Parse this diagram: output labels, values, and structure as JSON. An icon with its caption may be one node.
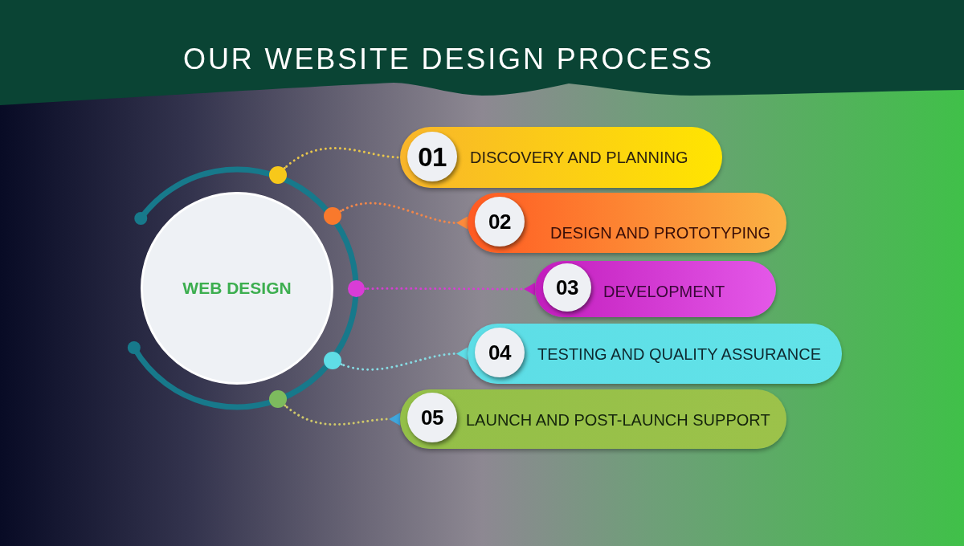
{
  "diagram": {
    "title": "OUR WEBSITE DESIGN PROCESS",
    "nodes": [
      {
        "text": [
          "WEB DESIGN"
        ]
      },
      {
        "text": [],
        "shape": "circle"
      },
      {
        "text": [],
        "shape": "circle"
      },
      {
        "text": [],
        "shape": "circle"
      },
      {
        "text": [],
        "shape": "circle"
      },
      {
        "text": [],
        "shape": "circle"
      },
      {
        "text": [
          "DISCOVERY AND PLANNING"
        ]
      },
      {
        "text": [
          "01"
        ],
        "in": 6
      },
      {
        "text": [
          "DESIGN AND PROTOTYPING"
        ]
      },
      {
        "text": [
          "02"
        ],
        "in": 8
      },
      {
        "text": [
          "DEVELOPMENT"
        ]
      },
      {
        "text": [
          "03"
        ],
        "in": 10
      },
      {
        "text": [
          "TESTING AND QUALITY ASSURANCE"
        ]
      },
      {
        "text": [
          "04"
        ],
        "in": 12
      },
      {
        "text": [
          "LAUNCH AND POST-LAUNCH SUPPORT"
        ]
      },
      {
        "text": [
          "05"
        ],
        "in": 14
      }
    ],
    "edges": [
      {
        "from": 1,
        "to": 6,
        "arrow": "none",
        "color": "#e8c64c"
      },
      {
        "from": 2,
        "to": 8,
        "arrow": "to",
        "color": "#f2874a"
      },
      {
        "from": 3,
        "to": 10,
        "arrow": "to",
        "color": "#d63fd3"
      },
      {
        "from": 4,
        "to": 12,
        "arrow": "to",
        "color": "#86dbe3"
      },
      {
        "from": 5,
        "to": 14,
        "arrow": "to",
        "color": "#cfc86a"
      }
    ]
  }
}
